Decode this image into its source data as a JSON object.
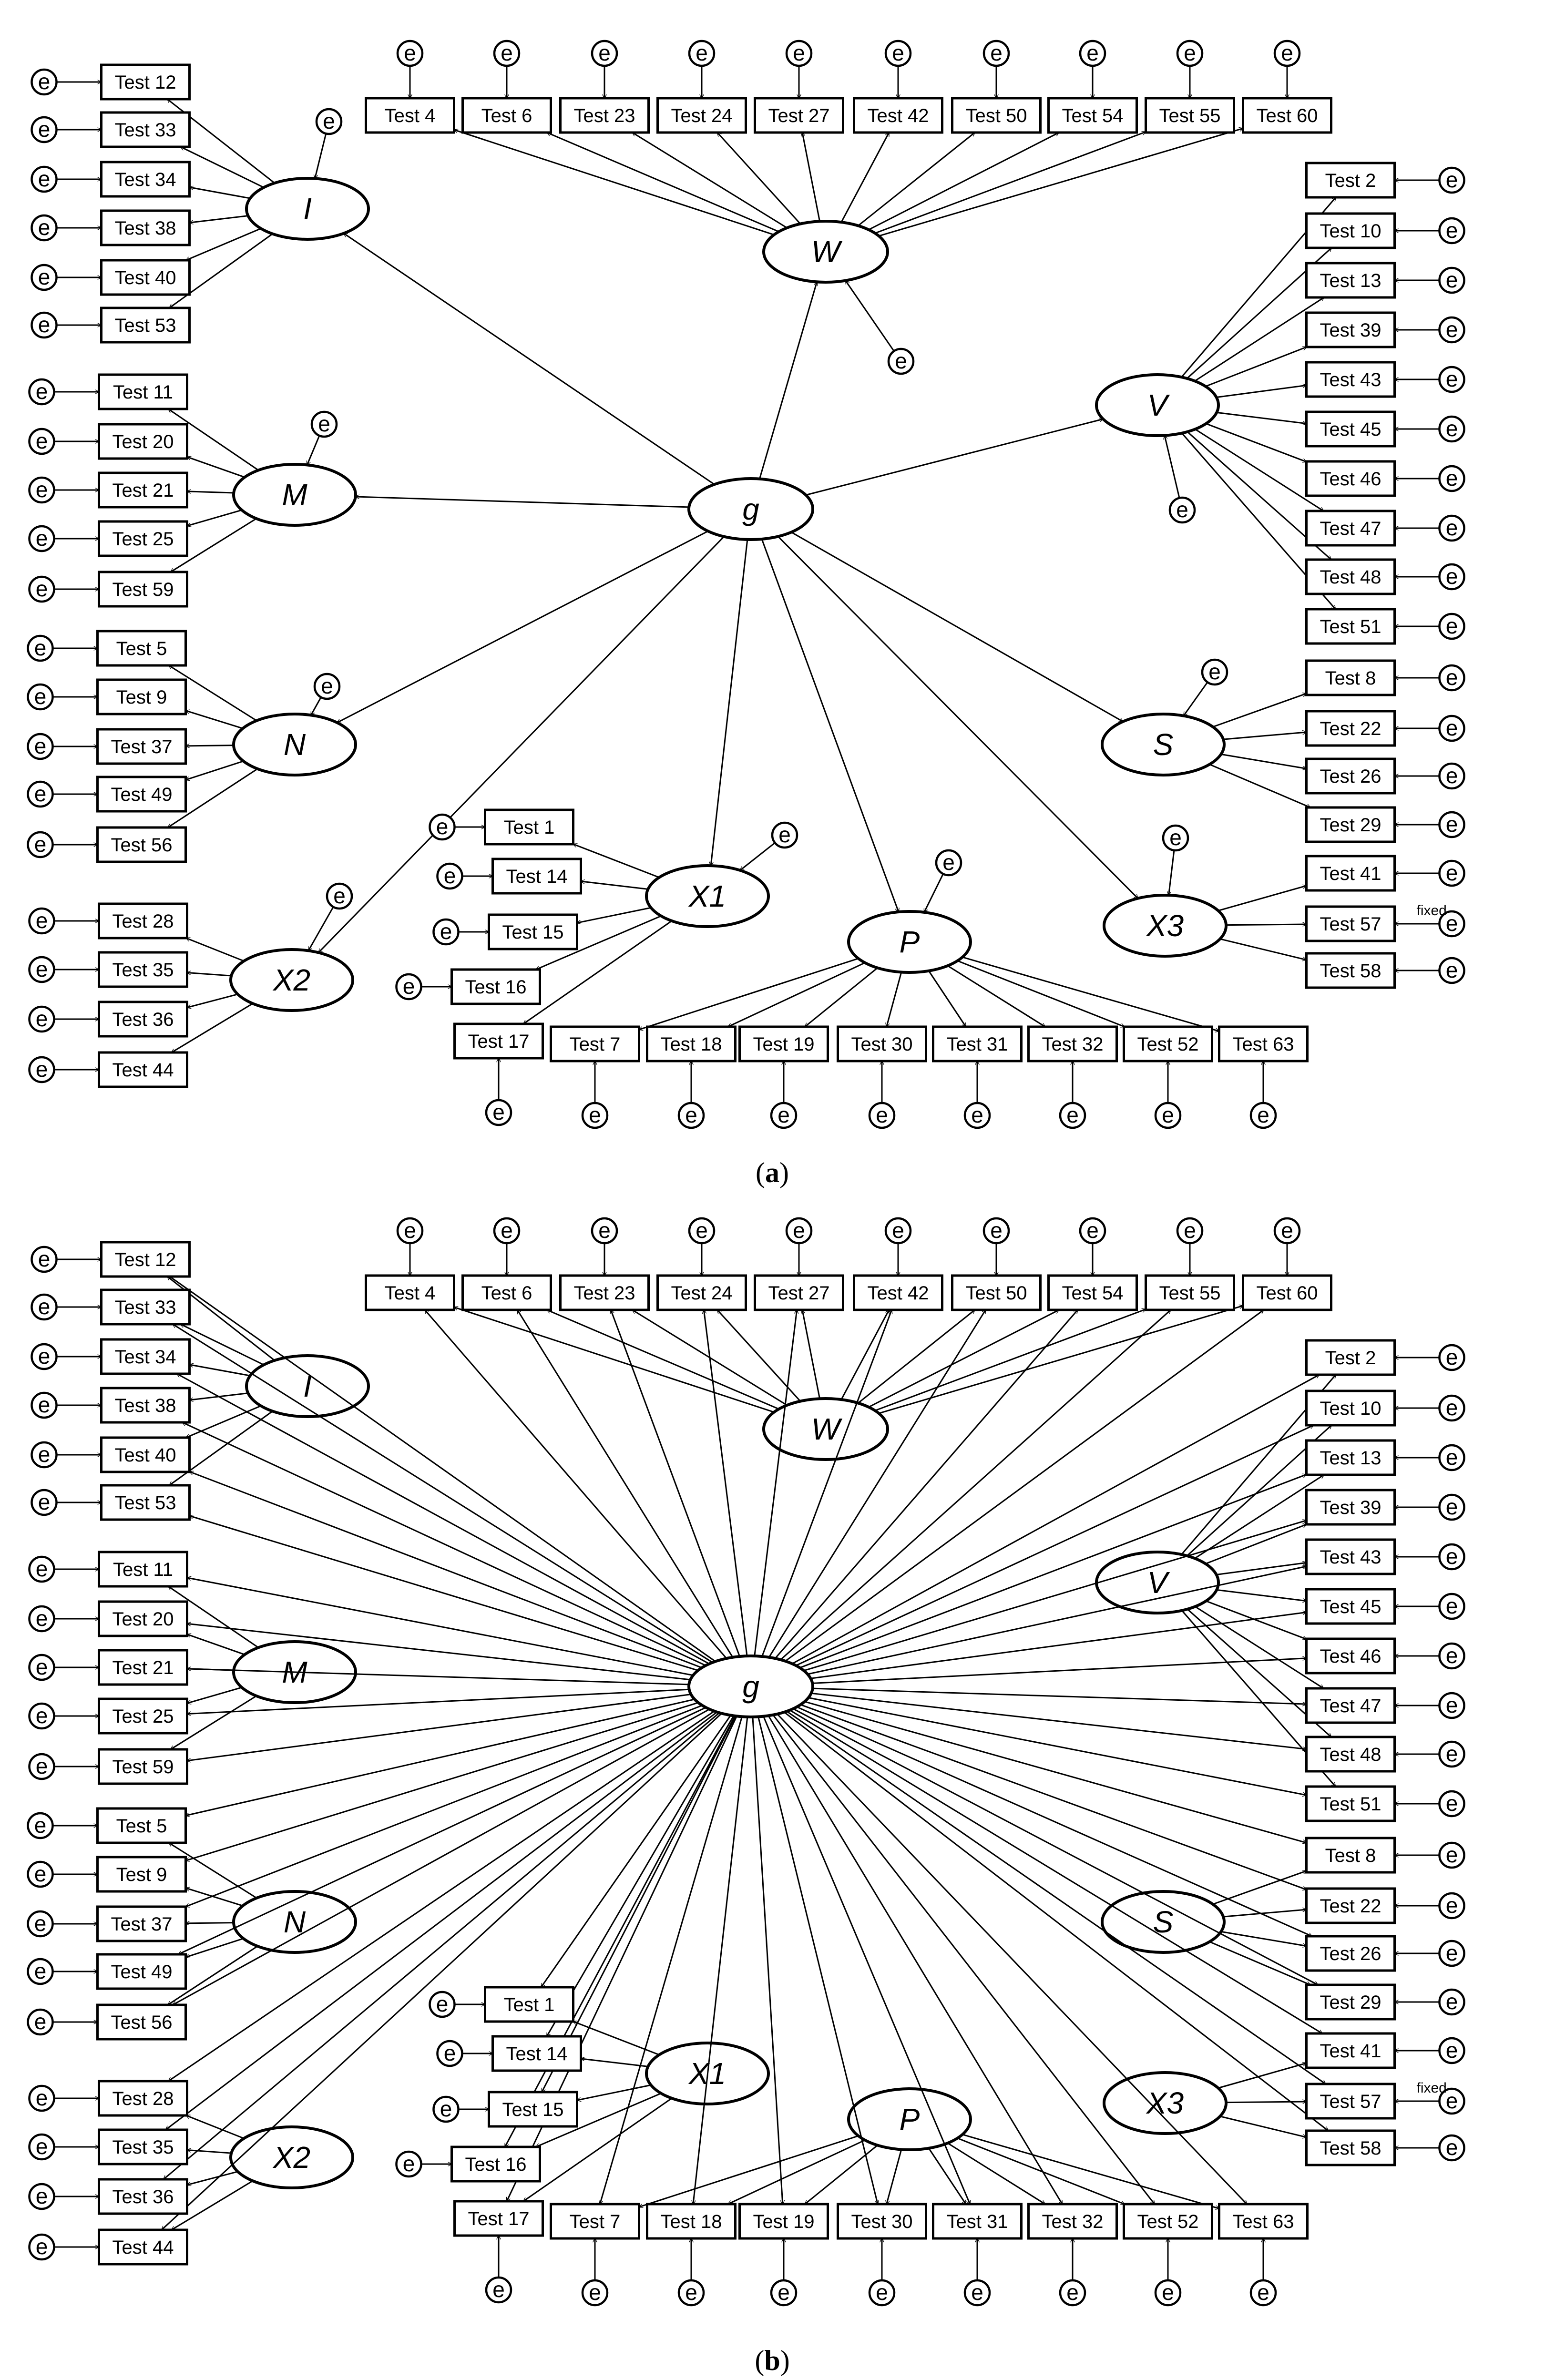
{
  "error_symbol": "e",
  "fixed_label": "fixed",
  "panels": [
    {
      "caption": "(a)",
      "caption_letter": "a",
      "general_factor": "g",
      "factors": [
        "I",
        "W",
        "V",
        "M",
        "N",
        "S",
        "X1",
        "P",
        "X2",
        "X3"
      ]
    },
    {
      "caption": "(b)",
      "caption_letter": "b",
      "general_factor": "g",
      "factors": [
        "I",
        "W",
        "V",
        "M",
        "N",
        "S",
        "X1",
        "P",
        "X2",
        "X3"
      ]
    }
  ],
  "factor_indicators": {
    "I": [
      "Test 12",
      "Test 33",
      "Test 34",
      "Test 38",
      "Test 40",
      "Test 53"
    ],
    "M": [
      "Test 11",
      "Test 20",
      "Test 21",
      "Test 25",
      "Test 59"
    ],
    "N": [
      "Test 5",
      "Test 9",
      "Test 37",
      "Test 49",
      "Test 56"
    ],
    "X2": [
      "Test 28",
      "Test 35",
      "Test 36",
      "Test 44"
    ],
    "W": [
      "Test 4",
      "Test 6",
      "Test 23",
      "Test 24",
      "Test 27",
      "Test 42",
      "Test 50",
      "Test 54",
      "Test 55",
      "Test 60"
    ],
    "V": [
      "Test 2",
      "Test 10",
      "Test 13",
      "Test 39",
      "Test 43",
      "Test 45",
      "Test 46",
      "Test 47",
      "Test 48",
      "Test 51"
    ],
    "S": [
      "Test 8",
      "Test 22",
      "Test 26",
      "Test 29"
    ],
    "X3": [
      "Test 41",
      "Test 57",
      "Test 58"
    ],
    "X1": [
      "Test 1",
      "Test 14",
      "Test 15",
      "Test 16",
      "Test 17"
    ],
    "P": [
      "Test 7",
      "Test 18",
      "Test 19",
      "Test 30",
      "Test 31",
      "Test 32",
      "Test 52",
      "Test 63"
    ]
  },
  "fixed_test": "Test 57"
}
